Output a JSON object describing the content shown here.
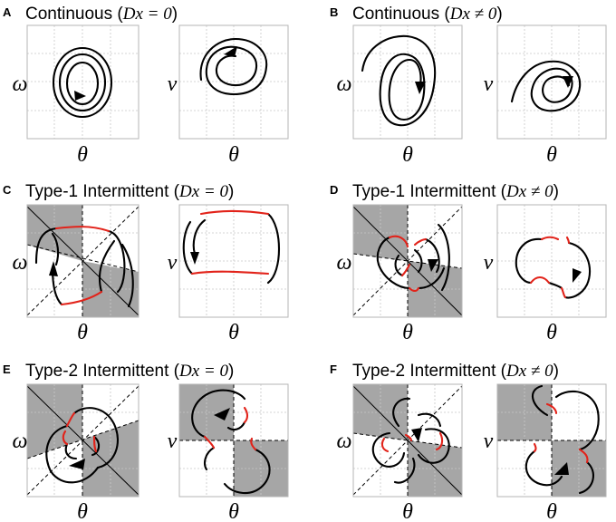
{
  "figure": {
    "panels": [
      {
        "id": "A",
        "letter": "A",
        "title_text": "Continuous (",
        "title_math": "Dx = 0",
        "title_end": ")",
        "xlabel": "θ",
        "ylabels": [
          "ω",
          "ν"
        ]
      },
      {
        "id": "B",
        "letter": "B",
        "title_text": "Continuous (",
        "title_math": "Dx ≠ 0",
        "title_end": ")",
        "xlabel": "θ",
        "ylabels": [
          "ω",
          "ν"
        ]
      },
      {
        "id": "C",
        "letter": "C",
        "title_text": "Type-1 Intermittent (",
        "title_math": "Dx = 0",
        "title_end": ")",
        "xlabel": "θ",
        "ylabels": [
          "ω",
          "ν"
        ]
      },
      {
        "id": "D",
        "letter": "D",
        "title_text": "Type-1 Intermittent (",
        "title_math": "Dx ≠ 0",
        "title_end": ")",
        "xlabel": "θ",
        "ylabels": [
          "ω",
          "ν"
        ]
      },
      {
        "id": "E",
        "letter": "E",
        "title_text": "Type-2 Intermittent (",
        "title_math": "Dx = 0",
        "title_end": ")",
        "xlabel": "θ",
        "ylabels": [
          "ω",
          "ν"
        ]
      },
      {
        "id": "F",
        "letter": "F",
        "title_text": "Type-2 Intermittent (",
        "title_math": "Dx ≠ 0",
        "title_end": ")",
        "xlabel": "θ",
        "ylabels": [
          "ω",
          "ν"
        ]
      }
    ],
    "colors": {
      "trajectory": "#000000",
      "switching_segment": "#e2231a",
      "shaded_region": "#a6a6a6",
      "grid": "#c8c8c8"
    }
  }
}
